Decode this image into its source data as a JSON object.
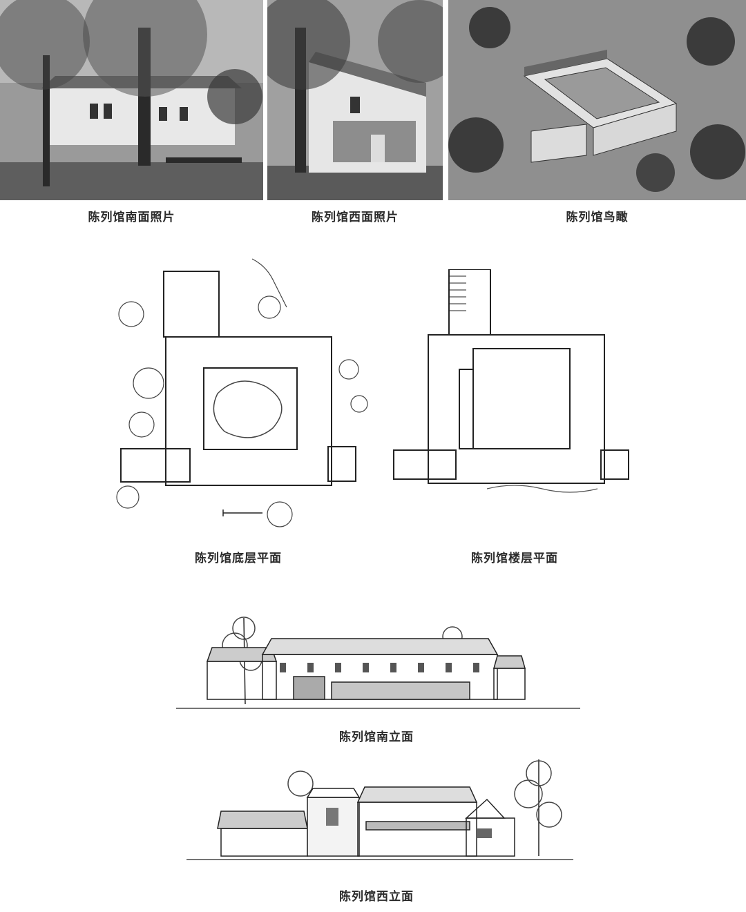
{
  "captions": {
    "south_photo": "陈列馆南面照片",
    "west_photo": "陈列馆西面照片",
    "aerial": "陈列馆鸟瞰",
    "ground_plan": "陈列馆底层平面",
    "upper_plan": "陈列馆楼层平面",
    "south_elevation": "陈列馆南立面",
    "west_elevation": "陈列馆西立面"
  }
}
